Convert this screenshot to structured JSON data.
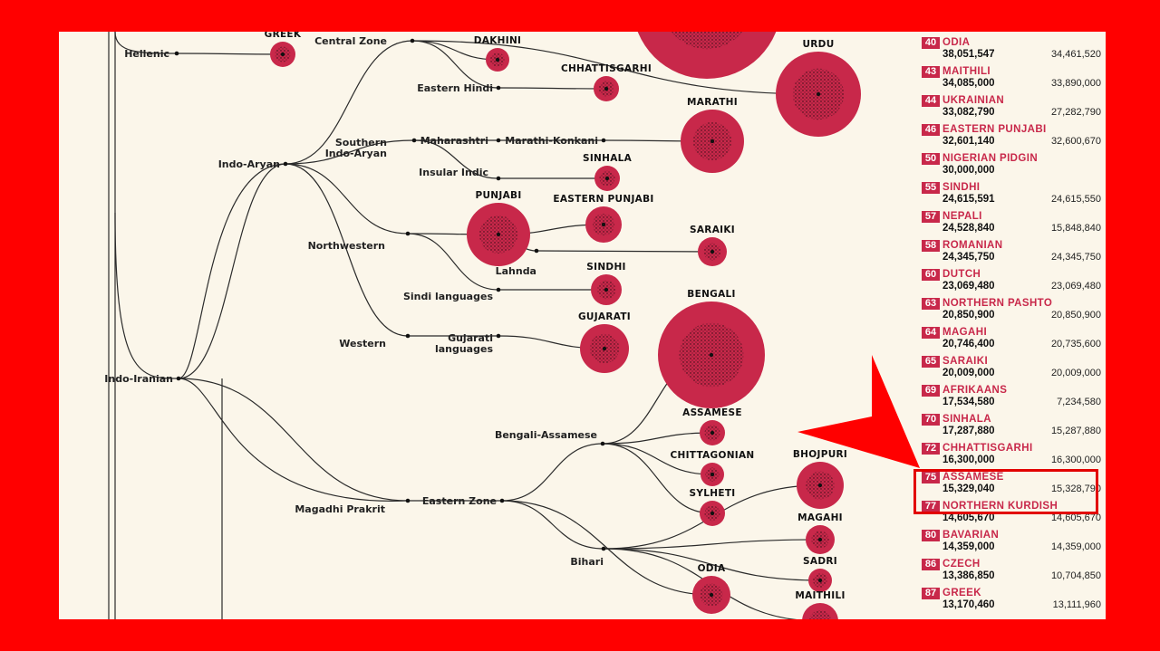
{
  "tree": {
    "nodes": [
      {
        "id": "hellenic",
        "label": "Hellenic"
      },
      {
        "id": "central_zone",
        "label": "Central Zone"
      },
      {
        "id": "eastern_hindi",
        "label": "Eastern Hindi"
      },
      {
        "id": "indo_aryan",
        "label": "Indo-Aryan"
      },
      {
        "id": "southern_indo_aryan",
        "label": "Southern\nIndo-Aryan"
      },
      {
        "id": "maharashtri",
        "label": "Maharashtri"
      },
      {
        "id": "marathi_konkani",
        "label": "Marathi-Konkani"
      },
      {
        "id": "insular_indic",
        "label": "Insular Indic"
      },
      {
        "id": "northwestern",
        "label": "Northwestern"
      },
      {
        "id": "lahnda",
        "label": "Lahnda"
      },
      {
        "id": "sindi_languages",
        "label": "Sindi languages"
      },
      {
        "id": "western",
        "label": "Western"
      },
      {
        "id": "gujarati_languages",
        "label": "Gujarati\nlanguages"
      },
      {
        "id": "indo_iranian",
        "label": "Indo-Iranian"
      },
      {
        "id": "bengali_assamese",
        "label": "Bengali-Assamese"
      },
      {
        "id": "magadhi_prakrit",
        "label": "Magadhi Prakrit"
      },
      {
        "id": "eastern_zone",
        "label": "Eastern Zone"
      },
      {
        "id": "bihari",
        "label": "Bihari"
      }
    ],
    "languages": [
      {
        "id": "greek",
        "label": "GREEK"
      },
      {
        "id": "dakhini",
        "label": "DAKHINI"
      },
      {
        "id": "urdu",
        "label": "URDU"
      },
      {
        "id": "chhattisgarhi",
        "label": "CHHATTISGARHI"
      },
      {
        "id": "marathi",
        "label": "MARATHI"
      },
      {
        "id": "sinhala",
        "label": "SINHALA"
      },
      {
        "id": "punjabi",
        "label": "PUNJABI"
      },
      {
        "id": "eastern_punjabi",
        "label": "EASTERN PUNJABI"
      },
      {
        "id": "saraiki",
        "label": "SARAIKI"
      },
      {
        "id": "sindhi",
        "label": "SINDHI"
      },
      {
        "id": "gujarati",
        "label": "GUJARATI"
      },
      {
        "id": "bengali",
        "label": "BENGALI"
      },
      {
        "id": "assamese",
        "label": "ASSAMESE"
      },
      {
        "id": "chittagonian",
        "label": "CHITTAGONIAN"
      },
      {
        "id": "sylheti",
        "label": "SYLHETI"
      },
      {
        "id": "bhojpuri",
        "label": "BHOJPURI"
      },
      {
        "id": "magahi",
        "label": "MAGAHI"
      },
      {
        "id": "sadri",
        "label": "SADRI"
      },
      {
        "id": "odia",
        "label": "ODIA"
      },
      {
        "id": "maithili",
        "label": "MAITHILI"
      }
    ]
  },
  "ranking": [
    {
      "rank": "40",
      "name": "ODIA",
      "total": "38,051,547",
      "native": "34,461,520"
    },
    {
      "rank": "43",
      "name": "MAITHILI",
      "total": "34,085,000",
      "native": "33,890,000"
    },
    {
      "rank": "44",
      "name": "UKRAINIAN",
      "total": "33,082,790",
      "native": "27,282,790"
    },
    {
      "rank": "46",
      "name": "EASTERN PUNJABI",
      "total": "32,601,140",
      "native": "32,600,670"
    },
    {
      "rank": "50",
      "name": "NIGERIAN PIDGIN",
      "total": "30,000,000",
      "native": ""
    },
    {
      "rank": "55",
      "name": "SINDHI",
      "total": "24,615,591",
      "native": "24,615,550"
    },
    {
      "rank": "57",
      "name": "NEPALI",
      "total": "24,528,840",
      "native": "15,848,840"
    },
    {
      "rank": "58",
      "name": "ROMANIAN",
      "total": "24,345,750",
      "native": "24,345,750"
    },
    {
      "rank": "60",
      "name": "DUTCH",
      "total": "23,069,480",
      "native": "23,069,480"
    },
    {
      "rank": "63",
      "name": "NORTHERN PASHTO",
      "total": "20,850,900",
      "native": "20,850,900"
    },
    {
      "rank": "64",
      "name": "MAGAHI",
      "total": "20,746,400",
      "native": "20,735,600"
    },
    {
      "rank": "65",
      "name": "SARAIKI",
      "total": "20,009,000",
      "native": "20,009,000"
    },
    {
      "rank": "69",
      "name": "AFRIKAANS",
      "total": "17,534,580",
      "native": "7,234,580"
    },
    {
      "rank": "70",
      "name": "SINHALA",
      "total": "17,287,880",
      "native": "15,287,880"
    },
    {
      "rank": "72",
      "name": "CHHATTISGARHI",
      "total": "16,300,000",
      "native": "16,300,000"
    },
    {
      "rank": "75",
      "name": "ASSAMESE",
      "total": "15,329,040",
      "native": "15,328,790"
    },
    {
      "rank": "77",
      "name": "NORTHERN KURDISH",
      "total": "14,605,670",
      "native": "14,605,670"
    },
    {
      "rank": "80",
      "name": "BAVARIAN",
      "total": "14,359,000",
      "native": "14,359,000"
    },
    {
      "rank": "86",
      "name": "CZECH",
      "total": "13,386,850",
      "native": "10,704,850"
    },
    {
      "rank": "87",
      "name": "GREEK",
      "total": "13,170,460",
      "native": "13,111,960"
    }
  ],
  "colors": {
    "accent": "#c8284a",
    "bubble": "#c8284a",
    "highlight": "#e20000",
    "frame": "#ff0000",
    "paper": "#fbf6ea"
  }
}
